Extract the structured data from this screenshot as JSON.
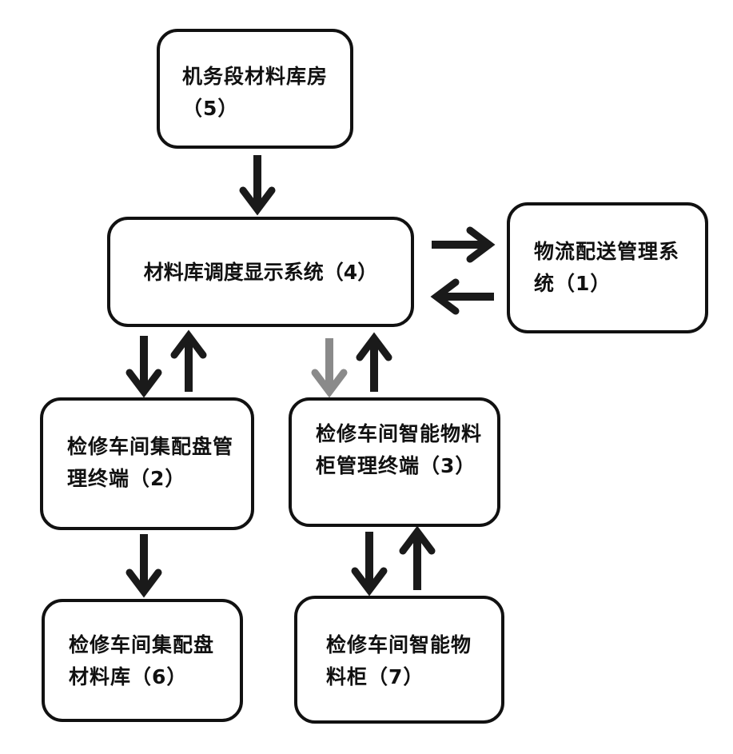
{
  "diagram": {
    "nodes": {
      "n5": {
        "label": "机务段材料库房（5）"
      },
      "n4": {
        "label": "材料库调度显示系统（4）"
      },
      "n1": {
        "label": "物流配送管理系统（1）"
      },
      "n2": {
        "label": "检修车间集配盘管理终端（2）"
      },
      "n3": {
        "label": "检修车间智能物料柜管理终端（3）"
      },
      "n6": {
        "label": "检修车间集配盘材料库（6）"
      },
      "n7": {
        "label": "检修车间智能物料柜（7）"
      }
    },
    "edges": [
      {
        "from": "n5",
        "to": "n4"
      },
      {
        "from": "n4",
        "to": "n1"
      },
      {
        "from": "n1",
        "to": "n4"
      },
      {
        "from": "n4",
        "to": "n2"
      },
      {
        "from": "n2",
        "to": "n4"
      },
      {
        "from": "n4",
        "to": "n3"
      },
      {
        "from": "n3",
        "to": "n4"
      },
      {
        "from": "n2",
        "to": "n6"
      },
      {
        "from": "n3",
        "to": "n7"
      },
      {
        "from": "n7",
        "to": "n3"
      }
    ],
    "colors": {
      "stroke": "#111111",
      "arrow": "#1a1a1a",
      "arrow_light": "#8a8a8a"
    }
  }
}
